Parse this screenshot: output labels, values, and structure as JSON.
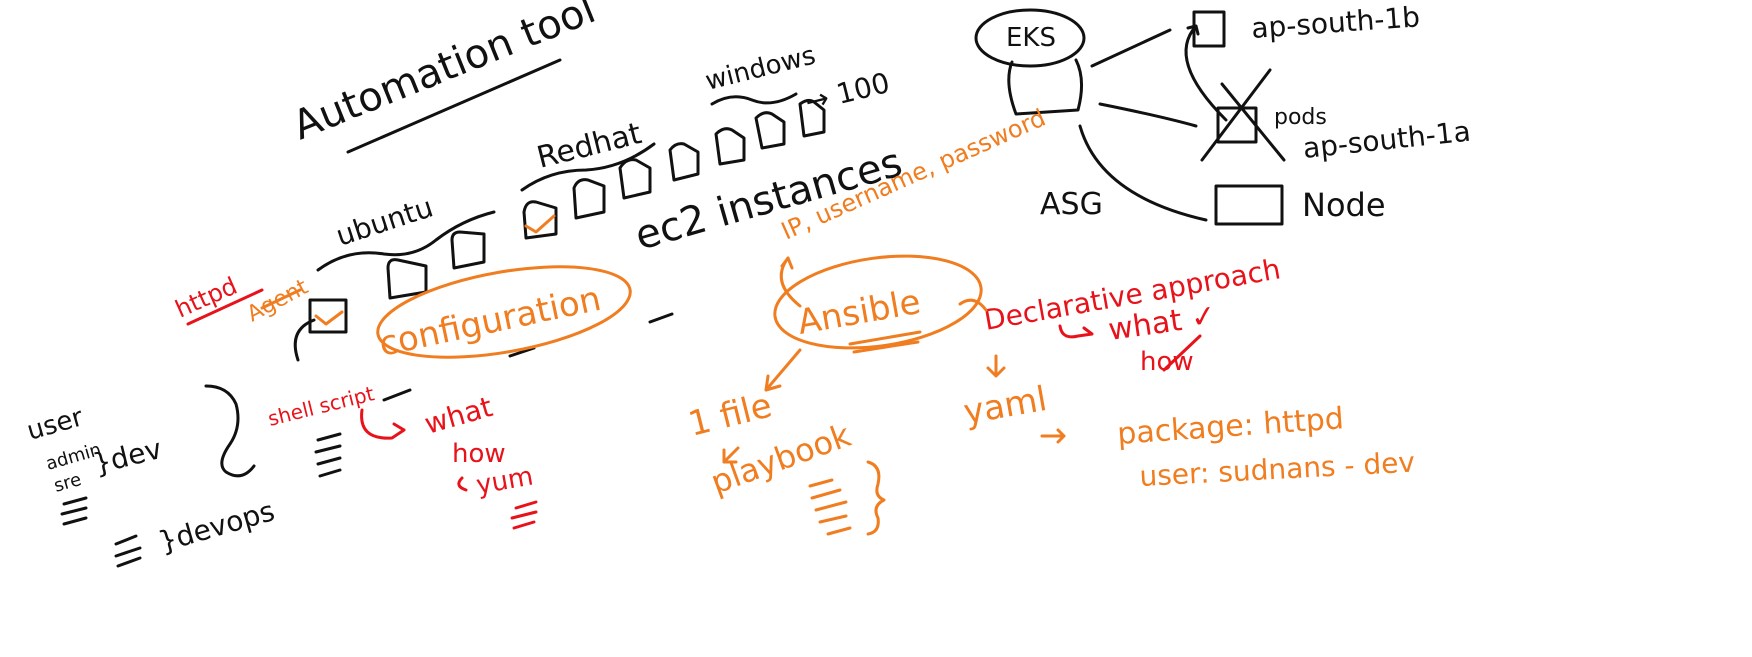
{
  "colors": {
    "black_ink": "#111111",
    "red_ink": "#e8121a",
    "orange_ink": "#f07d1f",
    "background": "#ffffff"
  },
  "black_notes": {
    "automation_tool": "Automation tool",
    "windows": "windows",
    "redhat": "Redhat",
    "count_100": "→ 100",
    "ubuntu": "ubuntu",
    "ec2_instances": "ec2 instances",
    "user": "user",
    "admin": "admin",
    "sre": "sre",
    "dev": "}dev",
    "devops": "}devops",
    "eks": "EKS",
    "asg": "ASG",
    "az_1b": "ap-south-1b",
    "pods": "pods",
    "az_1a": "ap-south-1a",
    "node": "Node"
  },
  "red_notes": {
    "httpd": "httpd",
    "shell_script": "shell script",
    "what": "what",
    "how": "how",
    "yum": "yum",
    "declarative_approach": "Declarative approach",
    "what_check": "what ✓",
    "how_crossed": "how"
  },
  "orange_notes": {
    "agent": "Agent",
    "configuration": "configuration",
    "ip_credentials": "IP, username, password",
    "ansible": "Ansible",
    "one_file": "1 file",
    "playbook": "playbook",
    "yaml": "yaml",
    "package": "package: httpd",
    "user_line": "user: sudnans - dev"
  }
}
